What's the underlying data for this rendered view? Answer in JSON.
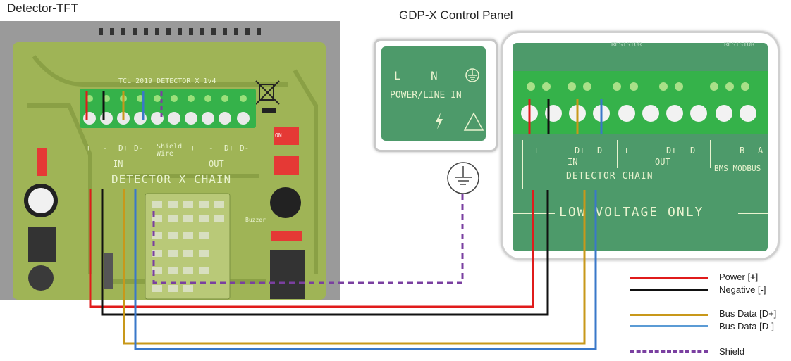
{
  "titles": {
    "detector": "Detector-TFT",
    "panel": "GDP-X Control Panel"
  },
  "detector_board": {
    "copyright": "TCL 2019 DETECTOR X  1v4",
    "chain_label": "DETECTOR X CHAIN",
    "in_label": "IN",
    "out_label": "OUT",
    "shield_label": "Shield Wire",
    "in_terminals": [
      "+",
      "-",
      "D+",
      "D-"
    ],
    "out_terminals": [
      "+",
      "-",
      "D+",
      "D-"
    ],
    "buzzer_label": "Buzzer",
    "dip_on": "ON"
  },
  "power_board": {
    "terminals": [
      "L",
      "N"
    ],
    "label": "POWER/LINE IN",
    "earth_icon": "earth-icon",
    "lightning_icon": "lightning-icon",
    "warning_icon": "warning-triangle-icon"
  },
  "panel_board": {
    "in_terminals": [
      "+",
      "-",
      "D+",
      "D-"
    ],
    "out_terminals": [
      "+",
      "-",
      "D+",
      "D-"
    ],
    "bms_terminals": [
      "-",
      "B-",
      "A-"
    ],
    "in_label": "IN",
    "out_label": "OUT",
    "chain_label": "DETECTOR CHAIN",
    "bms_label": "BMS MODBUS",
    "warning": "LOW VOLTAGE ONLY",
    "top_labels": [
      "RESISTOR",
      "RESISTOR"
    ]
  },
  "legend": [
    {
      "label": "Power [",
      "strong": "+",
      "close": "]",
      "color": "#e01b1b",
      "style": "solid"
    },
    {
      "label": "Negative [-]",
      "strong": "",
      "close": "",
      "color": "#111111",
      "style": "solid"
    },
    {
      "label": "Bus Data [D+]",
      "strong": "",
      "close": "",
      "color": "#c8981a",
      "style": "solid"
    },
    {
      "label": "Bus Data [D-]",
      "strong": "",
      "close": "",
      "color": "#5b9bd5",
      "style": "solid"
    },
    {
      "label": "Shield",
      "strong": "",
      "close": "",
      "color": "#7a3fa0",
      "style": "dashed"
    }
  ],
  "colors": {
    "pcb_green": "#9fb456",
    "pcb_dark": "#6f8a3a",
    "panel_green": "#4d9a6a",
    "terminal_green": "#35b24a",
    "dip_red": "#e53935"
  }
}
